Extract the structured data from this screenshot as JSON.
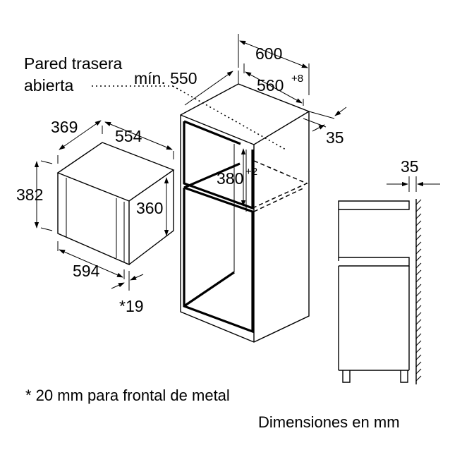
{
  "labels": {
    "rear_wall_line1": "Pared trasera",
    "rear_wall_line2": "abierta",
    "min_depth": "mín. 550",
    "cabinet_depth": "600",
    "niche_depth": "560",
    "niche_depth_tol": "+8",
    "side_35": "35",
    "niche_height": "380",
    "niche_height_tol": "+2",
    "oven_depth": "369",
    "oven_width_top": "554",
    "oven_height": "382",
    "oven_inner_height": "360",
    "oven_width": "594",
    "oven_front": "*19",
    "side_view_35": "35"
  },
  "notes": {
    "metal_front": "* 20 mm para frontal de metal",
    "units": "Dimensiones en mm"
  }
}
